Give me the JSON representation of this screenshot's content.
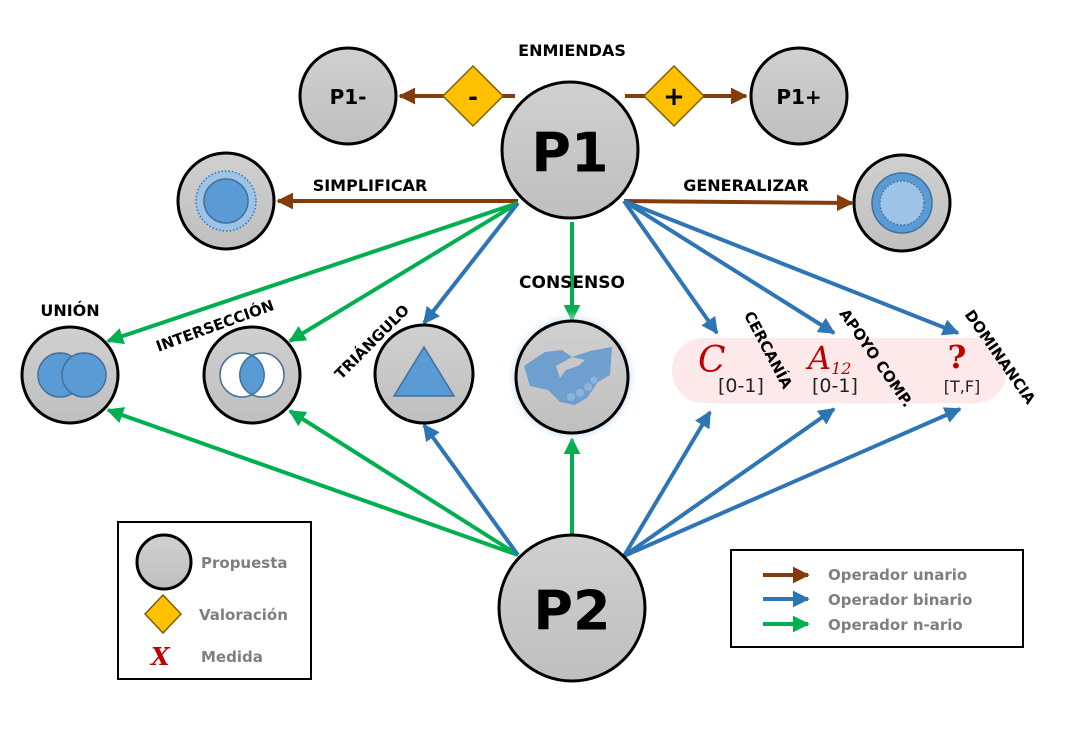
{
  "diagram": {
    "nodes": {
      "p1": "P1",
      "p2": "P2",
      "p1_minus": "P1-",
      "p1_plus": "P1+"
    },
    "valuations": {
      "minus": "-",
      "plus": "+"
    },
    "labels": {
      "enmiendas": "ENMIENDAS",
      "simplificar": "SIMPLIFICAR",
      "generalizar": "GENERALIZAR",
      "union": "UNIÓN",
      "interseccion": "INTERSECCIÓN",
      "triangulo": "TRIÁNGULO",
      "consenso": "CONSENSO",
      "cercania": "CERCANÍA",
      "apoyo_comp": "APOYO COMP.",
      "dominancia": "DOMINANCIA"
    },
    "measures": [
      {
        "symbol": "C",
        "subscript": "",
        "range": "[0-1]"
      },
      {
        "symbol": "A",
        "subscript": "12",
        "range": "[0-1]"
      },
      {
        "symbol": "?",
        "subscript": "",
        "range": "[T,F]"
      }
    ],
    "colors": {
      "unary": "#843c0c",
      "binary": "#2e75b6",
      "nary": "#00b050",
      "node_fill": "#c8c8c8",
      "valuation": "#ffc000",
      "measure": "#c00000",
      "shape_blue": "#5b9bd5",
      "measure_band": "#fde9e9"
    }
  },
  "legend_nodes": {
    "propuesta": "Propuesta",
    "valoracion": "Valoración",
    "medida_symbol": "X",
    "medida": "Medida"
  },
  "legend_operators": {
    "unario": "Operador unario",
    "binario": "Operador binario",
    "nario": "Operador n-ario"
  }
}
